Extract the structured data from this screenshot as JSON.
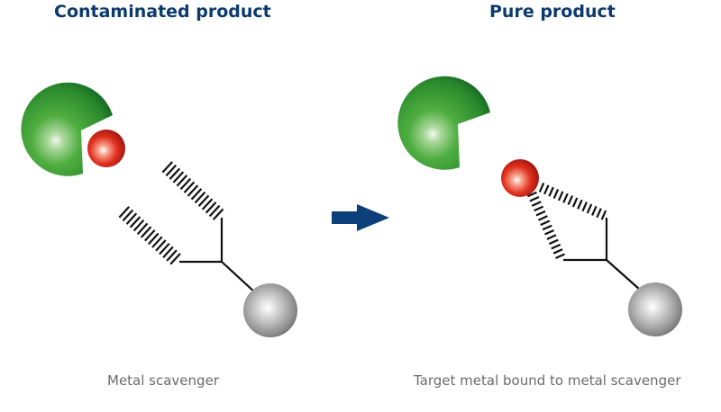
{
  "titles": {
    "left": "Contaminated product",
    "right": "Pure product"
  },
  "captions": {
    "left": "Metal scavenger",
    "right": "Target metal bound to metal scavenger"
  },
  "colors": {
    "title": "#0b3a6e",
    "arrow": "#0d3f7a",
    "caption": "#6b6b6b",
    "product_green": "#3a9a35",
    "metal_red": "#d8231c",
    "support_gray": "#8c8c8c"
  }
}
